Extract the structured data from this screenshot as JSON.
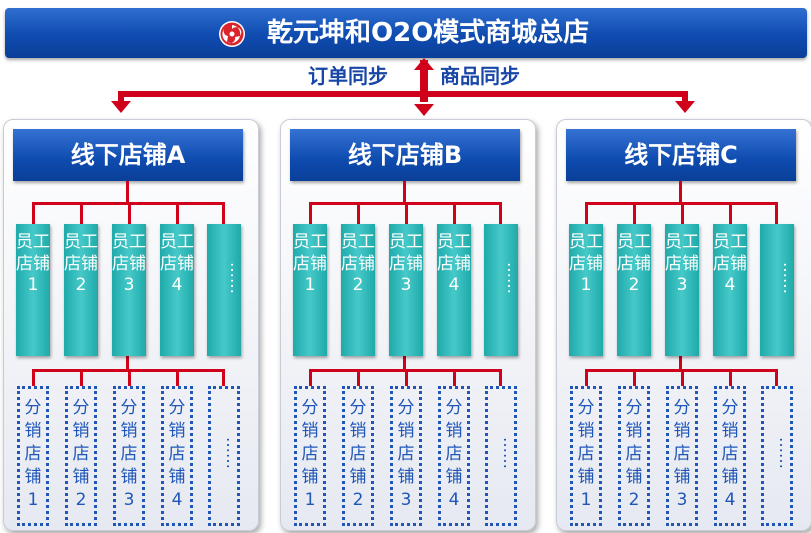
{
  "header": {
    "title": "乾元坤和O2O模式商城总店",
    "logo_icon": "swirl-logo-icon"
  },
  "sync": {
    "left_label": "订单同步",
    "right_label": "商品同步"
  },
  "colors": {
    "header_blue": "#0f4bb0",
    "line_red": "#d0021b",
    "employee_teal": "#2bb5b5",
    "dist_blue": "#1f56b8"
  },
  "stores": [
    {
      "name": "线下店铺A",
      "employees": [
        "员工店铺1",
        "员工店铺2",
        "员工店铺3",
        "员工店铺4",
        "……"
      ],
      "distributors": [
        "分销店铺1",
        "分销店铺2",
        "分销店铺3",
        "分销店铺4",
        "……"
      ]
    },
    {
      "name": "线下店铺B",
      "employees": [
        "员工店铺1",
        "员工店铺2",
        "员工店铺3",
        "员工店铺4",
        "……"
      ],
      "distributors": [
        "分销店铺1",
        "分销店铺2",
        "分销店铺3",
        "分销店铺4",
        "……"
      ]
    },
    {
      "name": "线下店铺C",
      "employees": [
        "员工店铺1",
        "员工店铺2",
        "员工店铺3",
        "员工店铺4",
        "……"
      ],
      "distributors": [
        "分销店铺1",
        "分销店铺2",
        "分销店铺3",
        "分销店铺4",
        "……"
      ]
    }
  ]
}
